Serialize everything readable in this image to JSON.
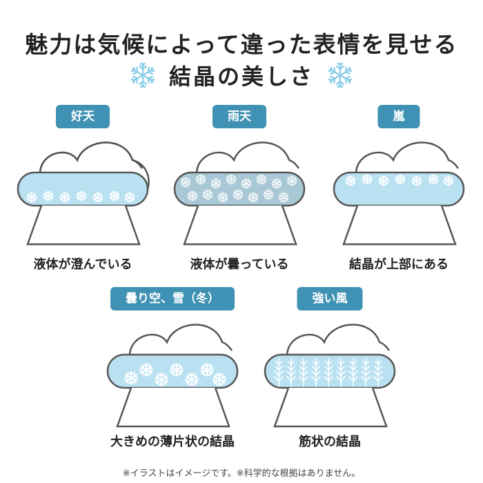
{
  "title_line1": "魅力は気候によって違った表情を見せる",
  "title_line2": "結晶の美しさ",
  "items": [
    {
      "label": "好天",
      "caption": "液体が澄んでいる"
    },
    {
      "label": "雨天",
      "caption": "液体が曇っている"
    },
    {
      "label": "嵐",
      "caption": "結晶が上部にある"
    },
    {
      "label": "曇り空、雪（冬）",
      "caption": "大きめの薄片状の結晶"
    },
    {
      "label": "強い風",
      "caption": "筋状の結晶"
    }
  ],
  "note": "※イラストはイメージです。※科学的な根拠はありません。",
  "colors": {
    "tag": "#3f92b3",
    "liquid_clear": "#b9e1f1",
    "liquid_cloudy": "#a9c8d6",
    "outline": "#555555",
    "title_snowflake": "#8ccde8"
  }
}
